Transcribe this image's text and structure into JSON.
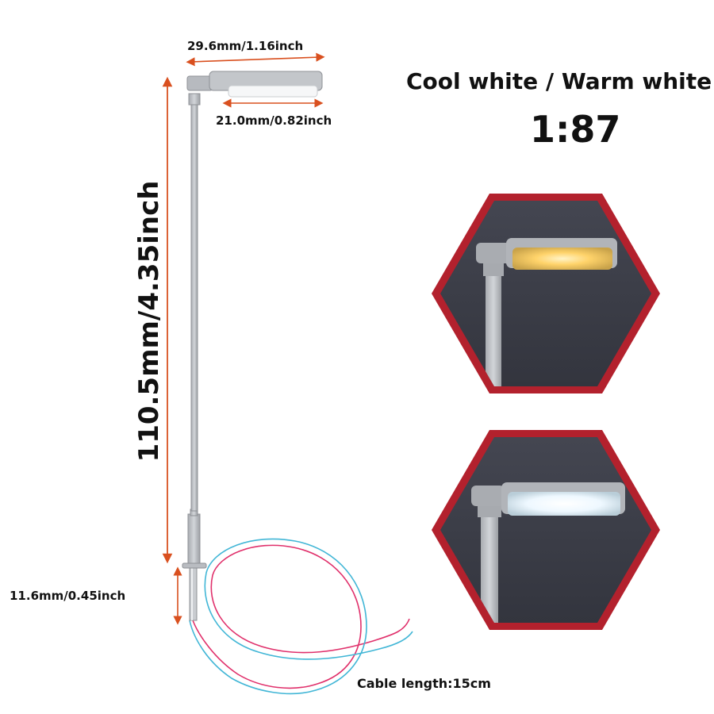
{
  "product": {
    "title": "Cool white / Warm white",
    "scale": "1:87"
  },
  "dimensions": {
    "head_width": "29.6mm/1.16inch",
    "lamp_width": "21.0mm/0.82inch",
    "height": "110.5mm/4.35inch",
    "base_length": "11.6mm/0.45inch",
    "cable_length": "Cable length:15cm"
  },
  "colors": {
    "dimension_arrow": "#d9501f",
    "pole": "#bfc2c6",
    "hexagon_border": "#b3212d",
    "hexagon_fill": "#3d3f49",
    "warm_light": "#ffd36a",
    "cool_light": "#eef8ff",
    "wire_red": "#e0306b",
    "wire_blue": "#41b6d6"
  },
  "variants": [
    {
      "name": "warm-white",
      "light_color": "#ffd36a"
    },
    {
      "name": "cool-white",
      "light_color": "#eef8ff"
    }
  ]
}
